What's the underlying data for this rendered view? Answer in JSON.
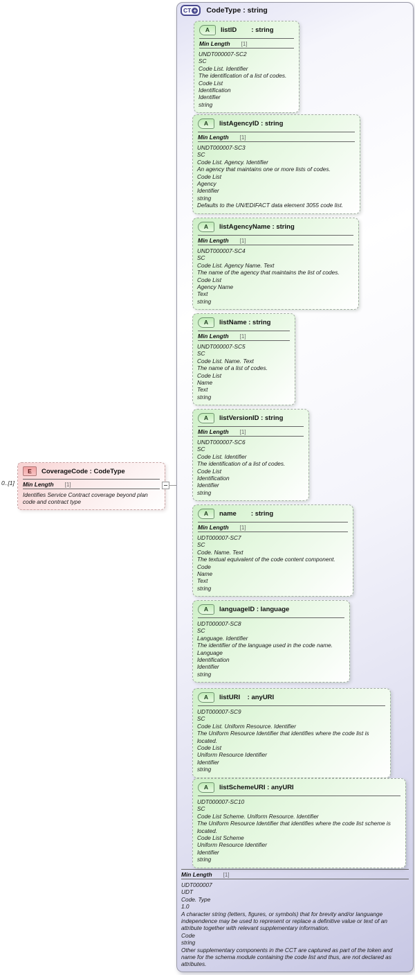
{
  "element_box": {
    "icon": "E",
    "title": "CoverageCode : CodeType",
    "cardinality": "0..[1]",
    "facet_name": "Min Length",
    "facet_value": "[1]",
    "description": "Identifies Service Contract coverage beyond plan code and contract type"
  },
  "complex_type": {
    "icon": "CT",
    "plus_glyph": "+",
    "title": "CodeType : string",
    "facet_name": "Min Length",
    "facet_value": "[1]",
    "annotation_lines": [
      "UDT000007",
      "UDT",
      "Code. Type",
      "1.0",
      "A character string (letters, figures, or symbols) that for brevity and/or languange independence may be used to represent or replace a definitive value or text of an attribute together with relevant supplementary information.",
      "Code",
      "string",
      "Other supplementary components in the CCT are captured as part of the token and name for the schema module containing the code list and thus, are not declared as attributes."
    ],
    "attributes": [
      {
        "icon": "A",
        "title": "listID        : string",
        "facet_name": "Min Length",
        "facet_value": "[1]",
        "lines": [
          "UNDT000007-SC2",
          "SC",
          "Code List. Identifier",
          "The identification of a list of codes.",
          "Code List",
          "Identification",
          "Identifier",
          "string"
        ]
      },
      {
        "icon": "A",
        "title": "listAgencyID : string",
        "facet_name": "Min Length",
        "facet_value": "[1]",
        "lines": [
          "UNDT000007-SC3",
          "SC",
          "Code List. Agency. Identifier",
          "An agency that maintains one or more lists of codes.",
          "Code List",
          "Agency",
          "Identifier",
          "string",
          "Defaults to the UN/EDIFACT data element 3055 code list."
        ]
      },
      {
        "icon": "A",
        "title": "listAgencyName : string",
        "facet_name": "Min Length",
        "facet_value": "[1]",
        "lines": [
          "UNDT000007-SC4",
          "SC",
          "Code List. Agency Name. Text",
          "The name of the agency that maintains the list of codes.",
          "Code List",
          "Agency Name",
          "Text",
          "string"
        ]
      },
      {
        "icon": "A",
        "title": "listName : string",
        "facet_name": "Min Length",
        "facet_value": "[1]",
        "lines": [
          "UNDT000007-SC5",
          "SC",
          "Code List. Name. Text",
          "The name of a list of codes.",
          "Code List",
          "Name",
          "Text",
          "string"
        ]
      },
      {
        "icon": "A",
        "title": "listVersionID : string",
        "facet_name": "Min Length",
        "facet_value": "[1]",
        "lines": [
          "UNDT000007-SC6",
          "SC",
          "Code List. Identifier",
          "The identification of a list of codes.",
          "Code List",
          "Identification",
          "Identifier",
          "string"
        ]
      },
      {
        "icon": "A",
        "title": "name        : string",
        "facet_name": "Min Length",
        "facet_value": "[1]",
        "lines": [
          "UDT000007-SC7",
          "SC",
          "Code. Name. Text",
          "The textual equivalent of the code content component.",
          "Code",
          "Name",
          "Text",
          "string"
        ]
      },
      {
        "icon": "A",
        "title": "languageID : language",
        "lines": [
          "UDT000007-SC8",
          "SC",
          "Language. Identifier",
          "The identifier of the language used in the code name.",
          "Language",
          "Identification",
          "Identifier",
          "string"
        ]
      },
      {
        "icon": "A",
        "title": "listURI    : anyURI",
        "lines": [
          "UDT000007-SC9",
          "SC",
          "Code List. Uniform Resource. Identifier",
          "The Uniform Resource Identifier that identifies where the code list is located.",
          "Code List",
          "Uniform Resource Identifier",
          "Identifier",
          "string"
        ]
      },
      {
        "icon": "A",
        "title": "listSchemeURI : anyURI",
        "lines": [
          "UDT000007-SC10",
          "SC",
          "Code List Scheme. Uniform Resource. Identifier",
          "The Uniform Resource Identifier that identifies where the code list scheme is located.",
          "Code List Scheme",
          "Uniform Resource Identifier",
          "Identifier",
          "string"
        ]
      }
    ]
  }
}
